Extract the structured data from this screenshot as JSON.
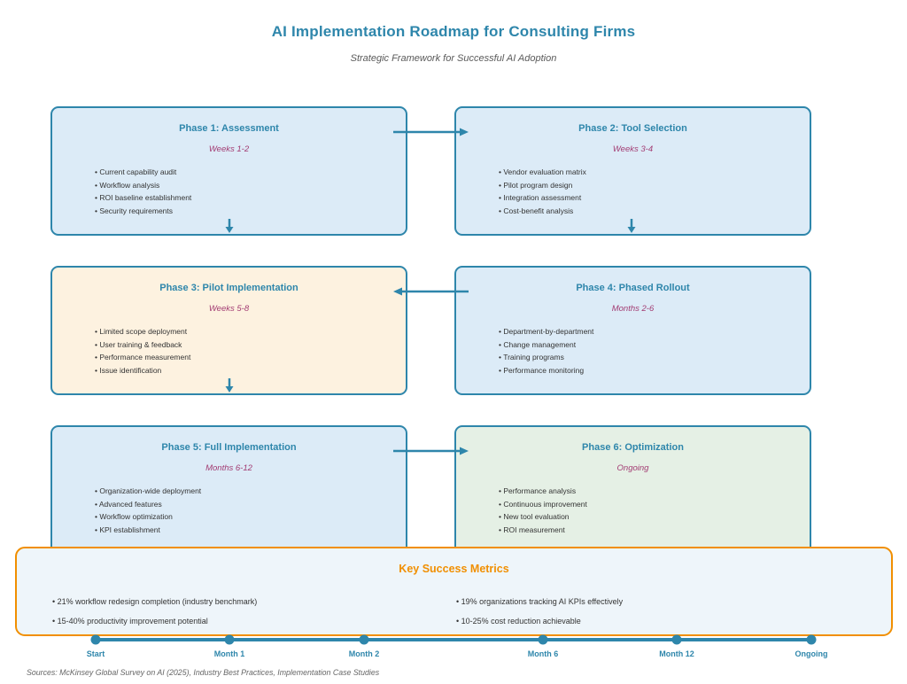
{
  "header": {
    "title": "AI Implementation Roadmap for Consulting Firms",
    "subtitle": "Strategic Framework for Successful AI Adoption"
  },
  "phases": [
    {
      "title": "Phase 1: Assessment",
      "duration": "Weeks 1-2",
      "items": [
        "Current capability audit",
        "Workflow analysis",
        "ROI baseline establishment",
        "Security requirements"
      ]
    },
    {
      "title": "Phase 2: Tool Selection",
      "duration": "Weeks 3-4",
      "items": [
        "Vendor evaluation matrix",
        "Pilot program design",
        "Integration assessment",
        "Cost-benefit analysis"
      ]
    },
    {
      "title": "Phase 3: Pilot Implementation",
      "duration": "Weeks 5-8",
      "items": [
        "Limited scope deployment",
        "User training & feedback",
        "Performance measurement",
        "Issue identification"
      ]
    },
    {
      "title": "Phase 4: Phased Rollout",
      "duration": "Months 2-6",
      "items": [
        "Department-by-department",
        "Change management",
        "Training programs",
        "Performance monitoring"
      ]
    },
    {
      "title": "Phase 5: Full Implementation",
      "duration": "Months 6-12",
      "items": [
        "Organization-wide deployment",
        "Advanced features",
        "Workflow optimization",
        "KPI establishment"
      ]
    },
    {
      "title": "Phase 6: Optimization",
      "duration": "Ongoing",
      "items": [
        "Performance analysis",
        "Continuous improvement",
        "New tool evaluation",
        "ROI measurement"
      ]
    }
  ],
  "metrics": {
    "title": "Key Success Metrics",
    "left": [
      "21% workflow redesign completion (industry benchmark)",
      "15-40% productivity improvement potential"
    ],
    "right": [
      "19% organizations tracking AI KPIs effectively",
      "10-25% cost reduction achievable"
    ]
  },
  "timeline": {
    "labels": [
      "Start",
      "Month 1",
      "Month 2",
      "Month 6",
      "Month 12",
      "Ongoing"
    ]
  },
  "footer": {
    "sources": "Sources: McKinsey Global Survey on AI (2025), Industry Best Practices, Implementation Case Studies"
  },
  "colors": {
    "accent_teal": "#2E86AB",
    "accent_plum": "#A23B72",
    "accent_orange": "#F18F01",
    "fill_blue": "#DCEBF7",
    "fill_cream": "#FDF2E0",
    "fill_green": "#E5F0E5",
    "fill_metrics": "#EEF5FA"
  }
}
